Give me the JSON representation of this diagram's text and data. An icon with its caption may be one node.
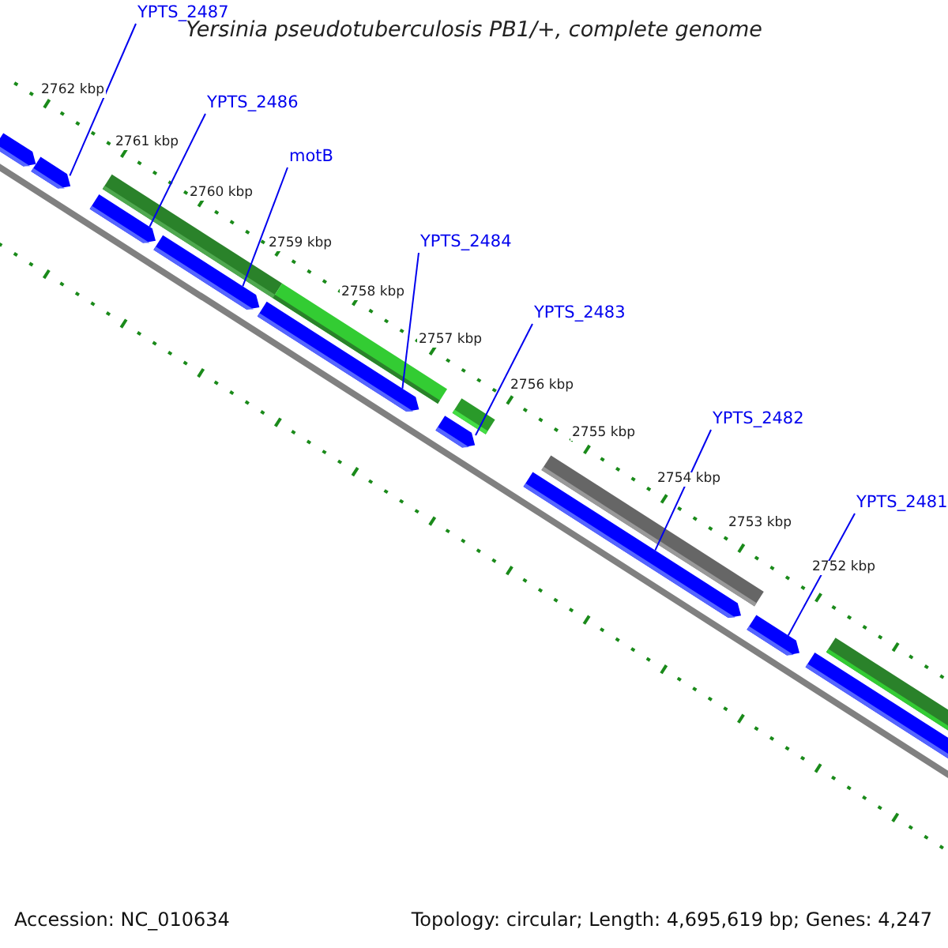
{
  "diagram": {
    "title": "Yersinia pseudotuberculosis PB1/+, complete genome",
    "nodes": [
      {
        "text": [
          "YPTS_2487"
        ]
      },
      {
        "text": [
          "YPTS_2486"
        ]
      },
      {
        "text": [
          "motB"
        ]
      },
      {
        "text": [
          "YPTS_2484"
        ]
      },
      {
        "text": [
          "YPTS_2483"
        ]
      },
      {
        "text": [
          "YPTS_2482"
        ]
      },
      {
        "text": [
          "YPTS_2481"
        ]
      },
      {
        "text": [],
        "shape": "bar"
      },
      {
        "text": [],
        "shape": "bar"
      },
      {
        "text": [],
        "shape": "bar"
      },
      {
        "text": [],
        "shape": "bar"
      },
      {
        "text": [],
        "shape": "bar"
      },
      {
        "text": [],
        "shape": "bar"
      },
      {
        "text": [],
        "shape": "bar"
      },
      {
        "text": [],
        "shape": "bar"
      },
      {
        "text": [],
        "shape": "bar"
      },
      {
        "text": [],
        "shape": "bar"
      },
      {
        "text": [],
        "shape": "bar"
      },
      {
        "text": [],
        "shape": "bar"
      },
      {
        "text": [],
        "shape": "bar"
      },
      {
        "text": [],
        "shape": "bar"
      }
    ],
    "edges": [
      {
        "from": 0,
        "to": 8,
        "arrow": "none"
      },
      {
        "from": 1,
        "to": 10,
        "arrow": "none"
      },
      {
        "from": 2,
        "to": 11,
        "arrow": "none"
      },
      {
        "from": 3,
        "to": 12,
        "arrow": "none"
      },
      {
        "from": 4,
        "to": 14,
        "arrow": "none"
      },
      {
        "from": 5,
        "to": 16,
        "arrow": "none"
      },
      {
        "from": 6,
        "to": 18,
        "arrow": "none"
      }
    ],
    "labels": [
      "2762 kbp",
      "2761 kbp",
      "2760 kbp",
      "2759 kbp",
      "2758 kbp",
      "2757 kbp",
      "2756 kbp",
      "2755 kbp",
      "2754 kbp",
      "2753 kbp",
      "2752 kbp",
      "Accession: NC_010634",
      "Topology: circular; Length: 4,695,619 bp; Genes: 4,247"
    ]
  }
}
